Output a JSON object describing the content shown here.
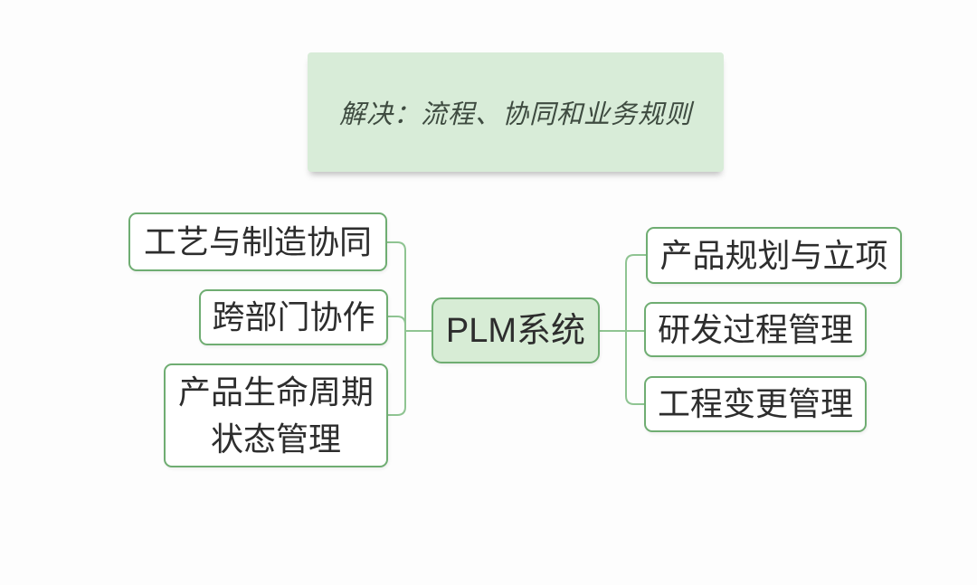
{
  "banner": {
    "text": "解决：流程、协同和业务规则"
  },
  "root": {
    "label": "PLM系统"
  },
  "left_branches": [
    {
      "label": "工艺与制造协同"
    },
    {
      "label": "跨部门协作"
    },
    {
      "label": "产品生命周期状态管理"
    }
  ],
  "right_branches": [
    {
      "label": "产品规划与立项"
    },
    {
      "label": "研发过程管理"
    },
    {
      "label": "工程变更管理"
    }
  ],
  "colors": {
    "background": "#fdfdfd",
    "node_border": "#6fad72",
    "connector": "#8fc492",
    "node_fill_highlight": "#d7ecd5",
    "banner_fill": "#d8ecd8",
    "text": "#2d2d2d",
    "banner_text": "#3e4b40"
  }
}
